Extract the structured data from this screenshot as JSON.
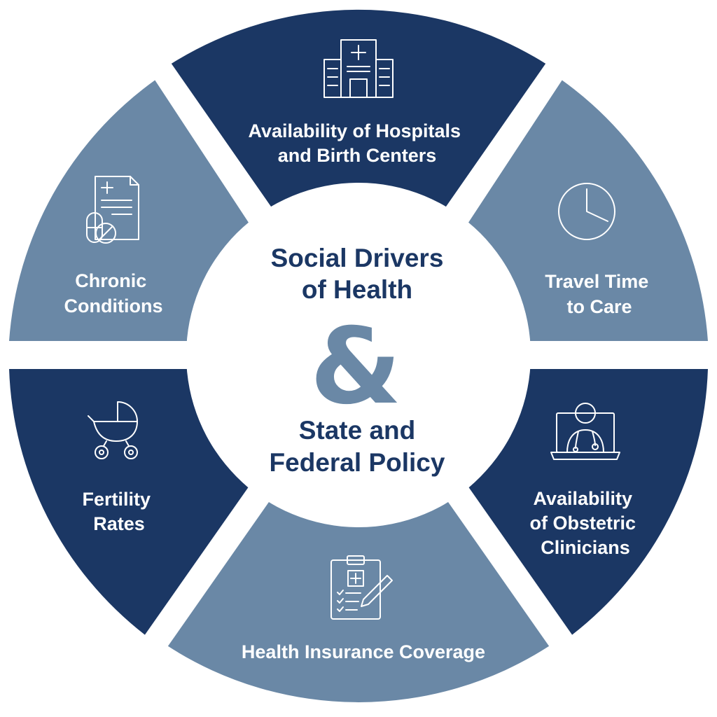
{
  "colors": {
    "dark_segment": "#1b3764",
    "light_segment": "#6a88a6",
    "center_fill": "#ffffff",
    "center_title": "#1b3764",
    "ampersand": "#6a88a6"
  },
  "center": {
    "line1": "Social Drivers",
    "line2": "of Health",
    "ampersand": "&",
    "line3": "State and",
    "line4": "Federal Policy"
  },
  "segments": [
    {
      "id": "hospitals",
      "tone": "dark",
      "icon": "hospital-icon",
      "lines": [
        "Availability of Hospitals",
        "and Birth Centers"
      ]
    },
    {
      "id": "travel",
      "tone": "light",
      "icon": "clock-icon",
      "lines": [
        "Travel Time",
        "to Care"
      ]
    },
    {
      "id": "clinicians",
      "tone": "dark",
      "icon": "doctor-laptop-icon",
      "lines": [
        "Availability",
        "of Obstetric",
        "Clinicians"
      ]
    },
    {
      "id": "insurance",
      "tone": "light",
      "icon": "clipboard-medical-icon",
      "lines": [
        "Health Insurance Coverage"
      ]
    },
    {
      "id": "fertility",
      "tone": "dark",
      "icon": "baby-stroller-icon",
      "lines": [
        "Fertility",
        "Rates"
      ]
    },
    {
      "id": "chronic",
      "tone": "light",
      "icon": "medical-document-pills-icon",
      "lines": [
        "Chronic",
        "Conditions"
      ]
    }
  ]
}
